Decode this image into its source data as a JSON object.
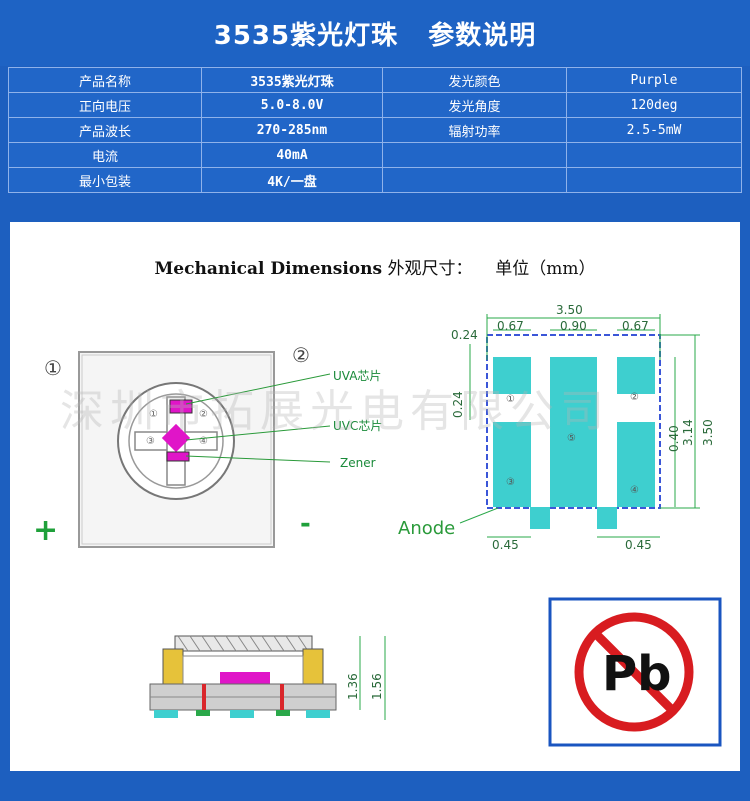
{
  "header": {
    "title": "3535紫光灯珠   参数说明"
  },
  "specs": {
    "rows": [
      {
        "k1": "产品名称",
        "v1": "3535紫光灯珠",
        "k2": "发光颜色",
        "v2": "Purple"
      },
      {
        "k1": "正向电压",
        "v1": "5.0-8.0V",
        "k2": "发光角度",
        "v2": "120deg"
      },
      {
        "k1": "产品波长",
        "v1": "270-285nm",
        "k2": "辐射功率",
        "v2": "2.5-5mW"
      },
      {
        "k1": "电流",
        "v1": "40mA",
        "k2": "",
        "v2": ""
      },
      {
        "k1": "最小包装",
        "v1": "4K/一盘",
        "k2": "",
        "v2": ""
      }
    ]
  },
  "drawing": {
    "title_en": "Mechanical Dimensions",
    "title_cn": "外观尺寸：",
    "unit": "单位（mm）",
    "pin1": "①",
    "pin2": "②",
    "plus": "+",
    "minus": "-",
    "uva": "UVA芯片",
    "uvc": "UVC芯片",
    "zener": "Zener",
    "inner": {
      "p1": "①",
      "p2": "②",
      "p3": "③",
      "p4": "④"
    },
    "watermark": "深圳市拓展光电有限公司",
    "dims": {
      "w350": "3.50",
      "d024": "0.24",
      "d067a": "0.67",
      "d090": "0.90",
      "d067b": "0.67",
      "d024v": "0.24",
      "d314": "3.14",
      "d350v": "3.50",
      "d040": "0.40",
      "d045a": "0.45",
      "d045b": "0.45",
      "anode": "Anode",
      "p1": "①",
      "p2": "②",
      "p3": "③",
      "p4": "④",
      "p5": "⑤",
      "h136": "1.36",
      "h156": "1.56"
    },
    "pb": "Pb"
  }
}
